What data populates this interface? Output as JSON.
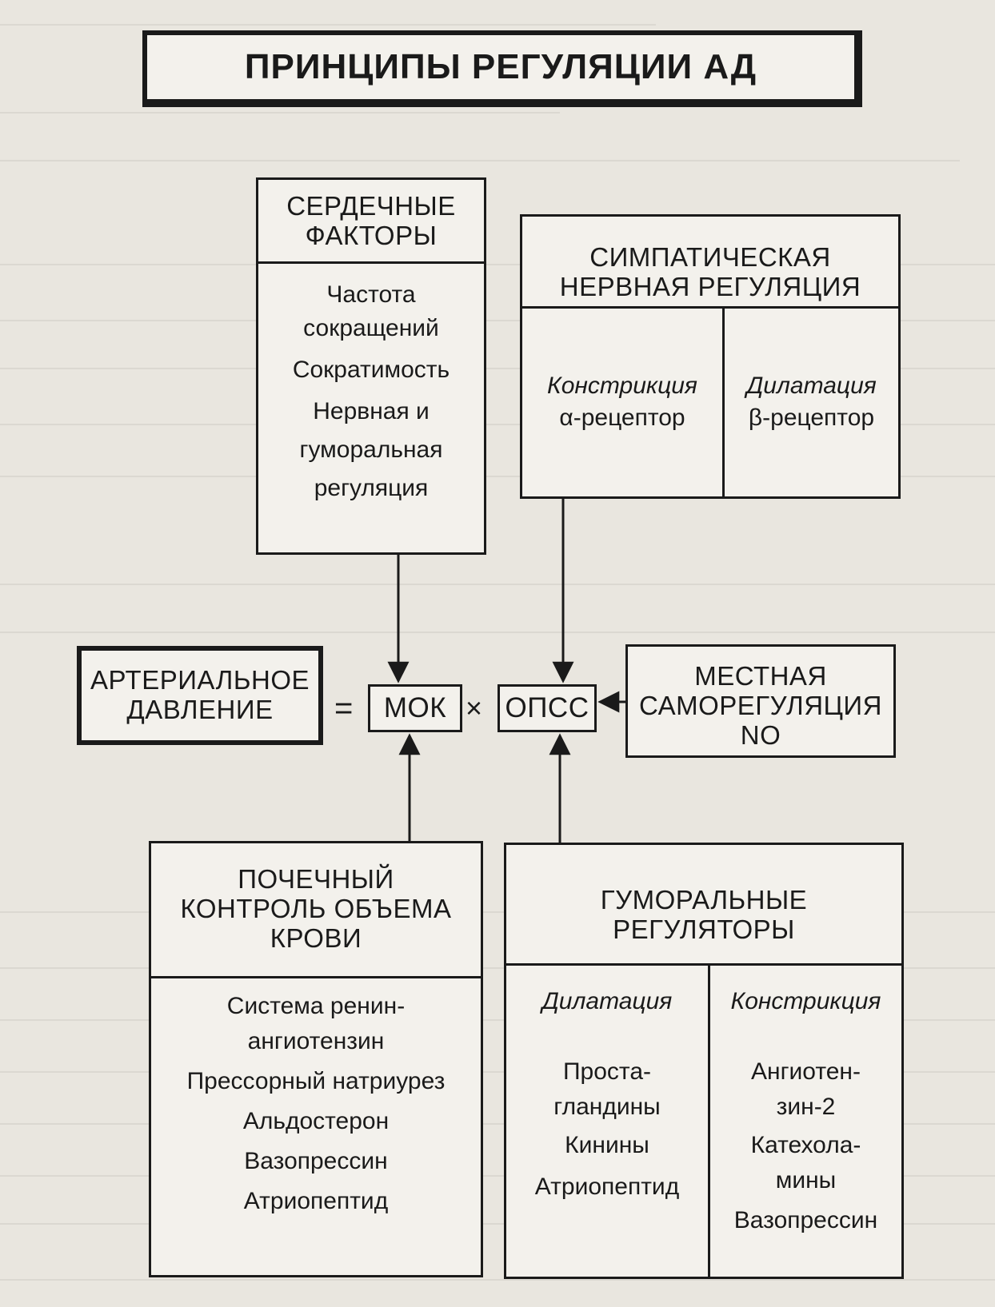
{
  "title": "ПРИНЦИПЫ РЕГУЛЯЦИИ АД",
  "cardiac": {
    "heading": [
      "СЕРДЕЧНЫЕ",
      "ФАКТОРЫ"
    ],
    "items": [
      "Частота",
      "сокращений",
      "Сократимость",
      "Нервная и",
      "гуморальная",
      "регуляция"
    ]
  },
  "sympathetic": {
    "heading": [
      "СИМПАТИЧЕСКАЯ",
      "НЕРВНАЯ РЕГУЛЯЦИЯ"
    ],
    "left": {
      "label": "Констрикция",
      "sub": "α-рецептор"
    },
    "right": {
      "label": "Дилатация",
      "sub": "β-рецептор"
    }
  },
  "equation": {
    "bp": [
      "АРТЕРИАЛЬНОЕ",
      "ДАВЛЕНИЕ"
    ],
    "equals": "=",
    "mok": "МОК",
    "times": "×",
    "opss": "ОПСС"
  },
  "local": {
    "heading": [
      "МЕСТНАЯ",
      "САМОРЕГУЛЯЦИЯ",
      "NO"
    ]
  },
  "renal": {
    "heading": [
      "ПОЧЕЧНЫЙ",
      "КОНТРОЛЬ ОБЪЕМА",
      "КРОВИ"
    ],
    "items": [
      "Система ренин-",
      "ангиотензин",
      "Прессорный натриурез",
      "Альдостерон",
      "Вазопрессин",
      "Атриопептид"
    ]
  },
  "humoral": {
    "heading": [
      "ГУМОРАЛЬНЫЕ",
      "РЕГУЛЯТОРЫ"
    ],
    "left": {
      "label": "Дилатация",
      "items": [
        "Проста-",
        "гландины",
        "Кинины",
        "Атриопептид"
      ]
    },
    "right": {
      "label": "Констрикция",
      "items": [
        "Ангиотен-",
        "зин-2",
        "Катехола-",
        "мины",
        "Вазопрессин"
      ]
    }
  }
}
